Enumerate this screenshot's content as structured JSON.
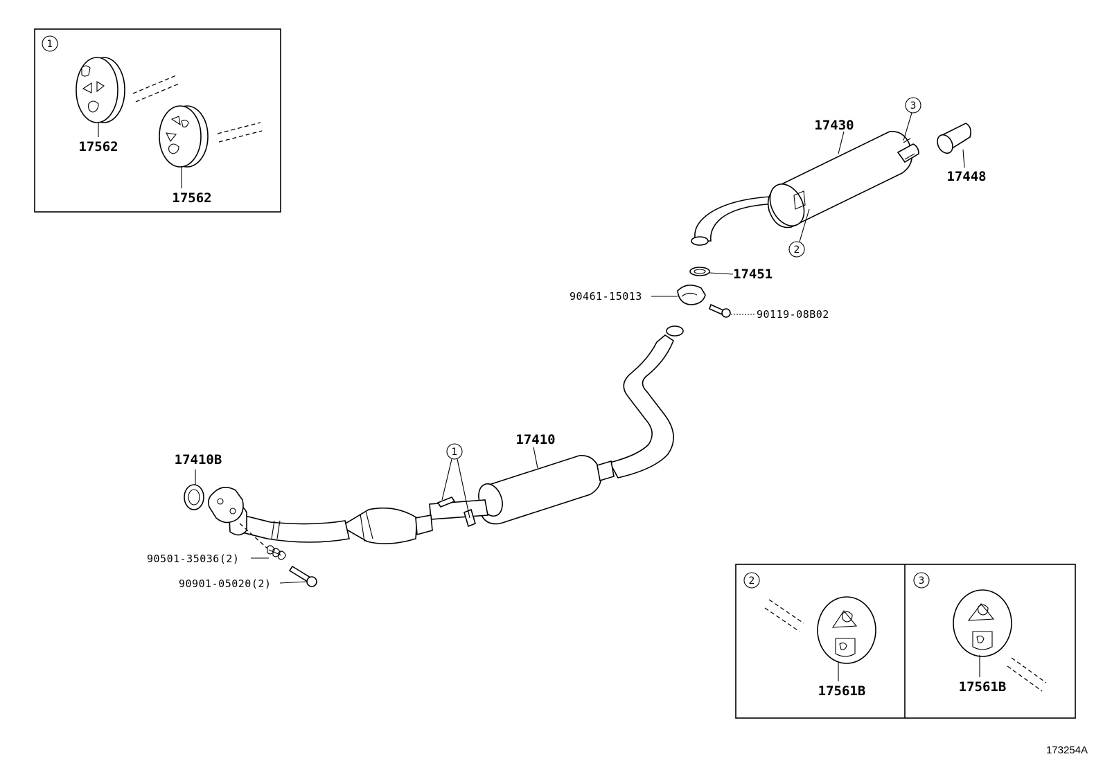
{
  "labels": {
    "p17562_a": "17562",
    "p17562_b": "17562",
    "p17430": "17430",
    "p17448": "17448",
    "p17451": "17451",
    "p90461": "90461-15013",
    "p90119": "90119-08B02",
    "p17410": "17410",
    "p17410b": "17410B",
    "p90501": "90501-35036(2)",
    "p90901": "90901-05020(2)",
    "p17561b_a": "17561B",
    "p17561b_b": "17561B",
    "figure_id": "173254A"
  },
  "callouts": {
    "c1_box": "1",
    "c1_main": "1",
    "c2_main": "2",
    "c3_main": "3",
    "c2_box": "2",
    "c3_box": "3"
  }
}
